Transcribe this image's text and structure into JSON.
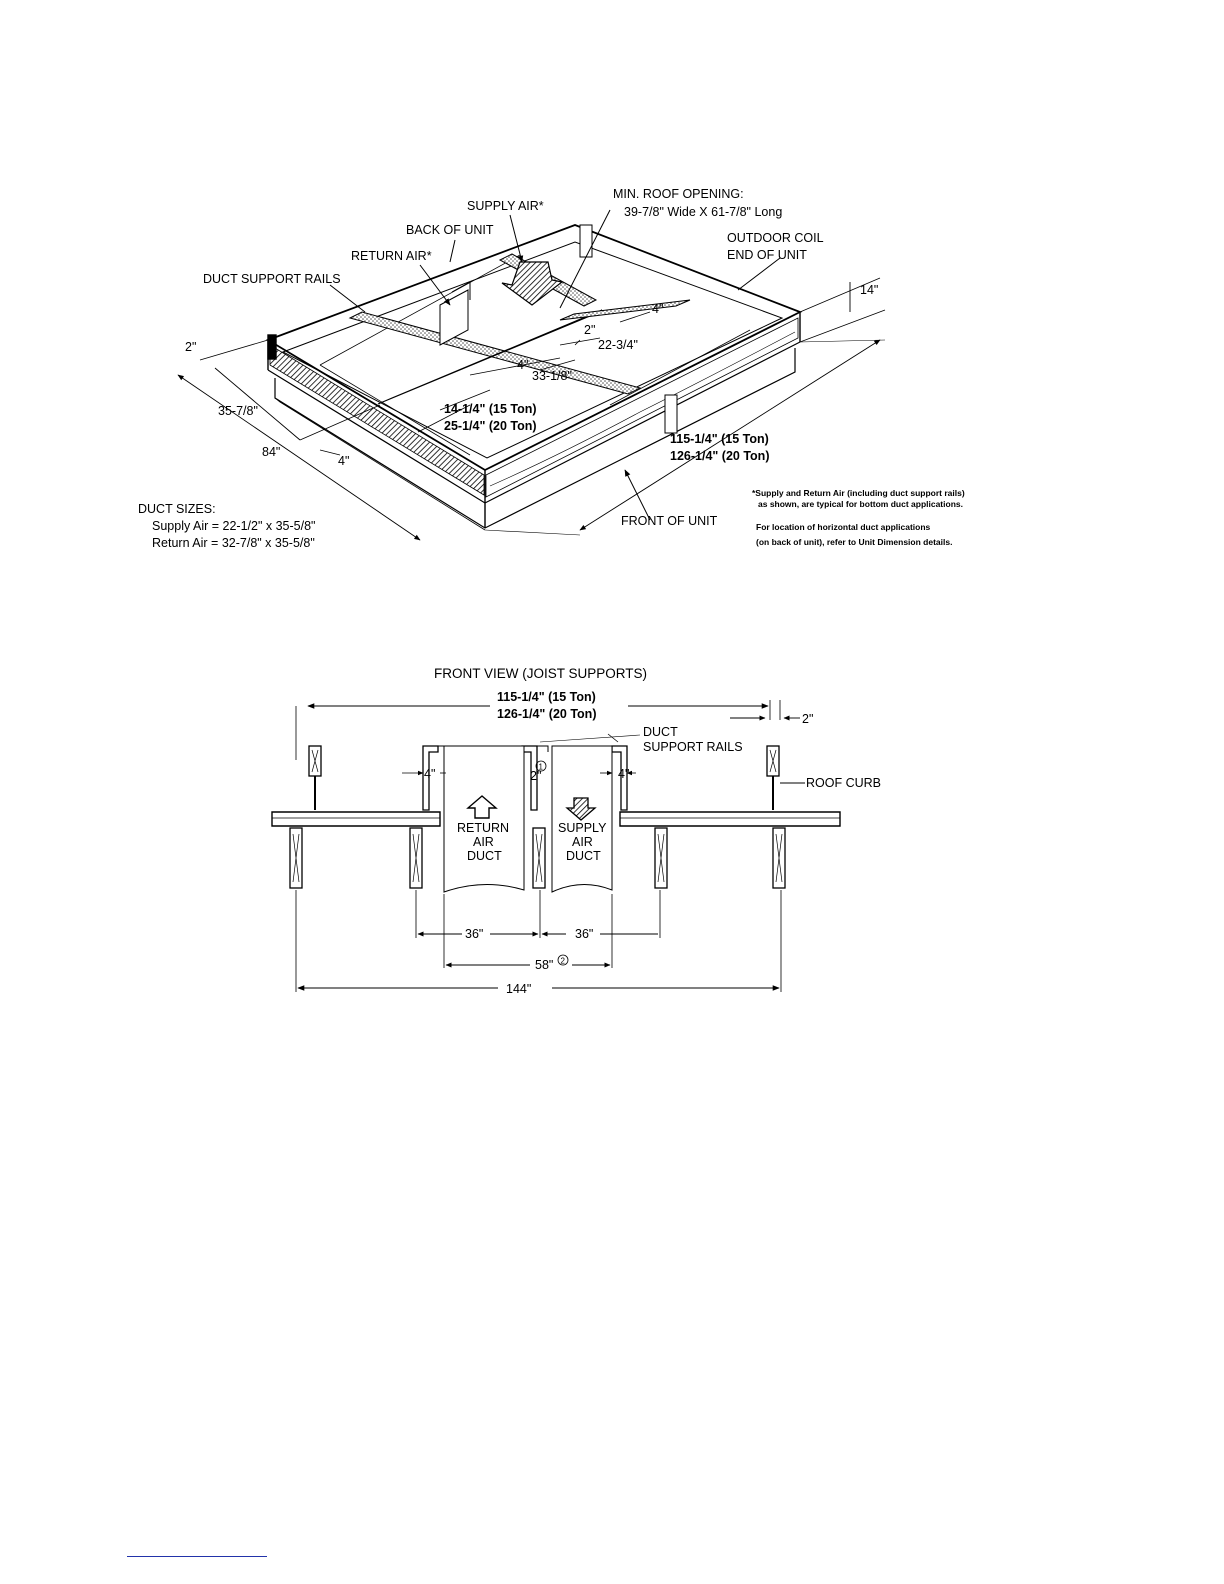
{
  "iso": {
    "supply_air": "SUPPLY AIR*",
    "min_roof_opening": "MIN. ROOF OPENING:",
    "min_roof_opening_dims": "39-7/8\" Wide X 61-7/8\" Long",
    "back_of_unit": "BACK OF UNIT",
    "outdoor_coil_1": "OUTDOOR COIL",
    "outdoor_coil_2": "END OF UNIT",
    "return_air": "RETURN AIR*",
    "duct_support_rails": "DUCT SUPPORT RAILS",
    "dim_14": "14\"",
    "dim_4_right": "4\"",
    "dim_2_center": "2\"",
    "dim_22_3_4": "22-3/4\"",
    "dim_2_left": "2\"",
    "dim_4_mid": "4\"",
    "dim_33_1_8": "33-1/8\"",
    "dim_35_7_8": "35-7/8\"",
    "dim_14_1_4": "14-1/4\" (15 Ton)",
    "dim_25_1_4": "25-1/4\" (20 Ton)",
    "dim_84": "84\"",
    "dim_4_bottom": "4\"",
    "dim_115_1_4": "115-1/4\" (15 Ton)",
    "dim_126_1_4": "126-1/4\" (20 Ton)",
    "front_of_unit": "FRONT OF UNIT",
    "duct_sizes_title": "DUCT SIZES:",
    "duct_supply": "Supply Air = 22-1/2\" x 35-5/8\"",
    "duct_return": "Return Air = 32-7/8\" x 35-5/8\"",
    "note_1a": "*Supply and Return Air (including duct support rails)",
    "note_1b": "as shown, are typical for bottom duct applications.",
    "note_2a": "For location of horizontal duct applications",
    "note_2b": "(on back of unit), refer to Unit Dimension details."
  },
  "front": {
    "title": "FRONT VIEW (JOIST SUPPORTS)",
    "dim_115_1_4": "115-1/4\" (15 Ton)",
    "dim_126_1_4": "126-1/4\" (20 Ton)",
    "dim_2_right": "2\"",
    "duct_support_1": "DUCT",
    "duct_support_2": "SUPPORT RAILS",
    "roof_curb": "ROOF CURB",
    "dim_4_left": "4\"",
    "dim_2_center": "2\"",
    "note_mark_1": "1",
    "dim_4_right": "4\"",
    "return_1": "RETURN",
    "return_2": "AIR",
    "return_3": "DUCT",
    "supply_1": "SUPPLY",
    "supply_2": "AIR",
    "supply_3": "DUCT",
    "dim_36_left": "36\"",
    "dim_36_right": "36\"",
    "dim_58": "58\"",
    "note_mark_2": "2",
    "dim_144": "144\""
  }
}
